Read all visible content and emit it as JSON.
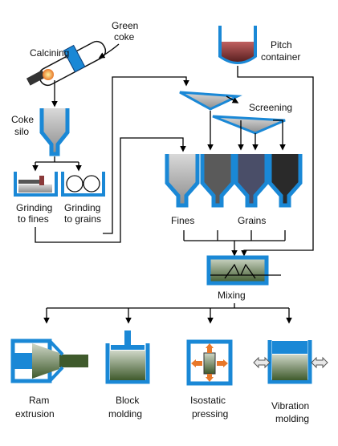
{
  "labels": {
    "green_coke": [
      "Green",
      "coke"
    ],
    "calcining": "Calcining",
    "pitch_container": [
      "Pitch",
      "container"
    ],
    "coke_silo": [
      "Coke",
      "silo"
    ],
    "screening": "Screening",
    "grinding_fines": [
      "Grinding",
      "to fines"
    ],
    "grinding_grains": [
      "Grinding",
      "to grains"
    ],
    "fines": "Fines",
    "grains": "Grains",
    "mixing": "Mixing",
    "ram_extrusion": [
      "Ram",
      "extrusion"
    ],
    "block_molding": [
      "Block",
      "molding"
    ],
    "isostatic_pressing": [
      "Isostatic",
      "pressing"
    ],
    "vibration_molding": [
      "Vibration",
      "molding"
    ]
  },
  "colors": {
    "blue": "#1a88d6",
    "dark_blue": "#0a3f7a",
    "green_mix": "#3f5a2c",
    "orange": "#e8782a",
    "pitch": "#8a3a3a"
  }
}
